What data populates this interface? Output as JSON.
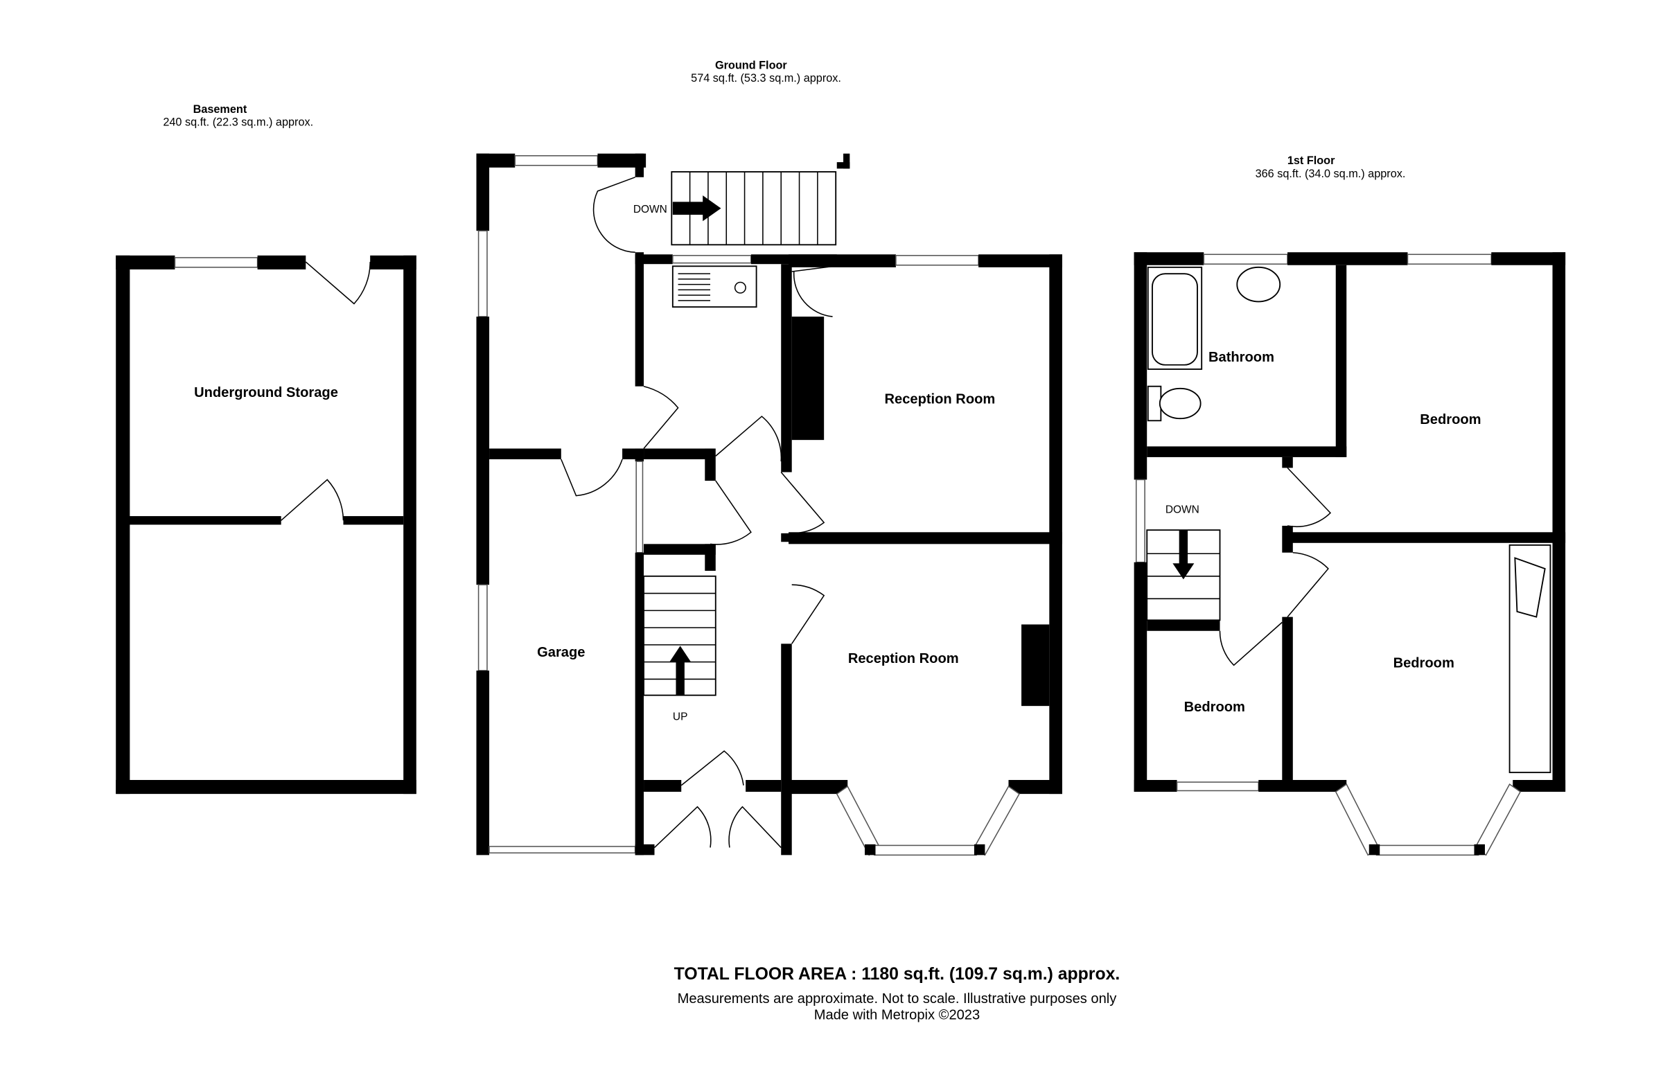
{
  "floors": {
    "basement": {
      "title": "Basement",
      "area": "240 sq.ft. (22.3 sq.m.) approx.",
      "rooms": [
        "Underground Storage"
      ]
    },
    "ground": {
      "title": "Ground Floor",
      "area": "574 sq.ft. (53.3 sq.m.) approx.",
      "rooms": [
        "Reception Room",
        "Reception Room",
        "Garage"
      ],
      "stairs_down": "DOWN",
      "stairs_up": "UP"
    },
    "first": {
      "title": "1st Floor",
      "area": "366 sq.ft. (34.0 sq.m.) approx.",
      "rooms": [
        "Bathroom",
        "Bedroom",
        "Bedroom",
        "Bedroom"
      ],
      "stairs_down": "DOWN"
    }
  },
  "footer": {
    "total": "TOTAL FLOOR AREA : 1180 sq.ft. (109.7 sq.m.) approx.",
    "disclaimer": "Measurements are approximate.  Not to scale.  Illustrative purposes only",
    "credit": "Made with Metropix ©2023"
  }
}
